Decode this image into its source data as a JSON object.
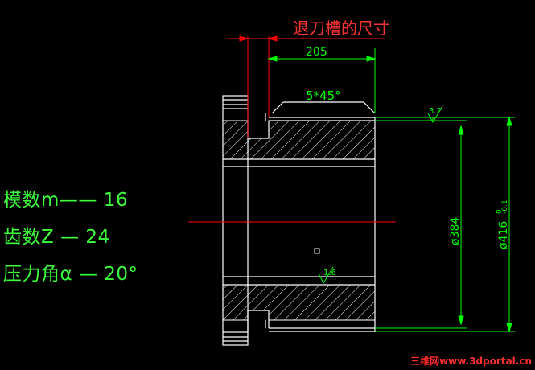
{
  "annotations": {
    "groove_title": "退刀槽的尺寸",
    "dim_length": "205",
    "chamfer": "5*45°",
    "roughness_top": "3.2",
    "roughness_bore": "1.6",
    "dia_inner": "ø384",
    "dia_outer": "ø416",
    "tol_upper": "0",
    "tol_lower": "-0.1"
  },
  "parameters": {
    "module": "模数m—— 16",
    "teeth": "齿数Z  —  24",
    "pressure_angle": "压力角α — 20°"
  },
  "watermark": {
    "site_cn": "三维网",
    "site_url": "www.3dportal.cn"
  },
  "colors": {
    "background": "#000000",
    "geometry": "#ffffff",
    "dimension": "#00ff00",
    "centerline": "#ff0000",
    "title": "#ff3333"
  }
}
